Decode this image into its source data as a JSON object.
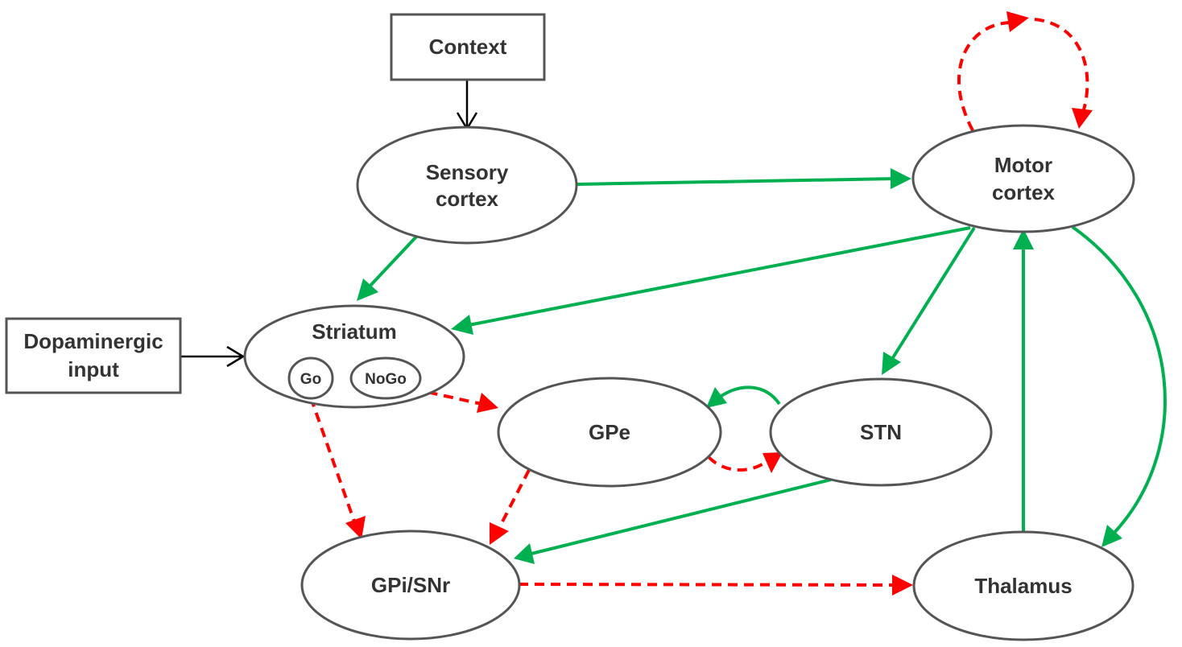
{
  "colors": {
    "excitatory": "#00b050",
    "inhibitory": "#ff0000",
    "input": "#000000",
    "node_stroke": "#555555",
    "text": "#333333"
  },
  "boxes": {
    "context": "Context",
    "dopaminergic_line1": "Dopaminergic",
    "dopaminergic_line2": "input"
  },
  "nodes": {
    "sensory_line1": "Sensory",
    "sensory_line2": "cortex",
    "motor_line1": "Motor",
    "motor_line2": "cortex",
    "striatum": "Striatum",
    "go": "Go",
    "nogo": "NoGo",
    "gpe": "GPe",
    "stn": "STN",
    "gpi": "GPi/SNr",
    "thalamus": "Thalamus"
  }
}
